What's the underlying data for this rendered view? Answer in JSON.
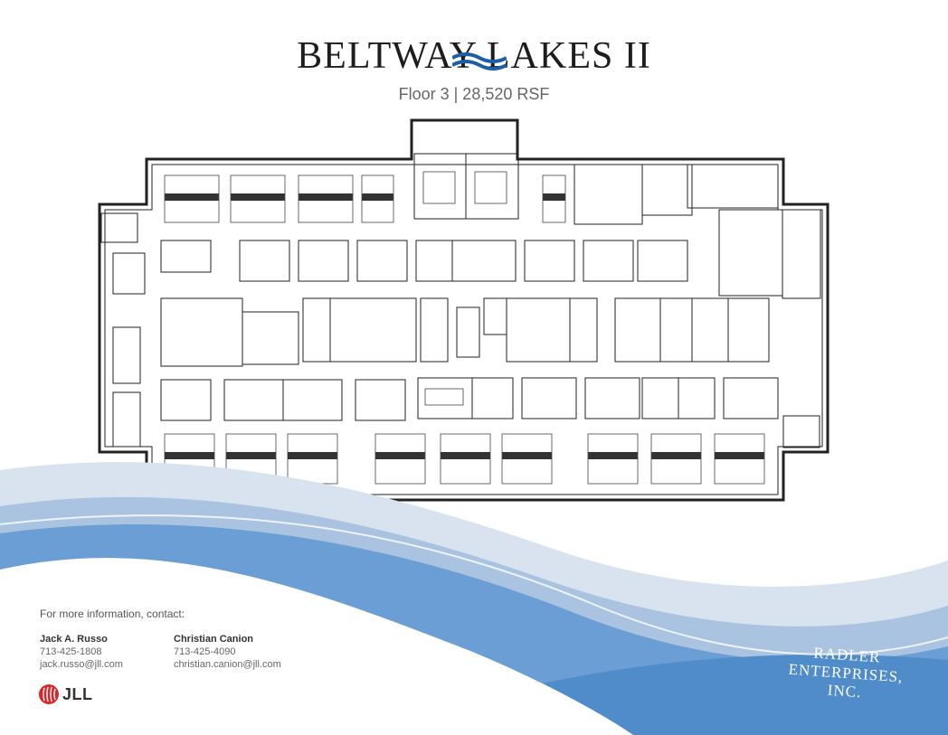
{
  "header": {
    "title": "BELTWAY LAKES II",
    "subtitle": "Floor 3 | 28,520 RSF"
  },
  "contact": {
    "intro": "For more information, contact:",
    "people": [
      {
        "name": "Jack A. Russo",
        "phone": "713-425-1808",
        "email": "jack.russo@jll.com"
      },
      {
        "name": "Christian Canion",
        "phone": "713-425-4090",
        "email": "christian.canion@jll.com"
      }
    ]
  },
  "logos": {
    "jll": "JLL",
    "radler_lines": [
      "RADLER",
      "ENTERPRISES,",
      "INC."
    ]
  },
  "colors": {
    "title_wave": "#1a5fa8",
    "wave_light": "#d9e2ef",
    "wave_mid": "#a9c3e1",
    "wave_blue": "#6a9ed4",
    "wave_dark": "#4f8cc9",
    "jll_red": "#d9272e",
    "plan_line": "#222222"
  }
}
